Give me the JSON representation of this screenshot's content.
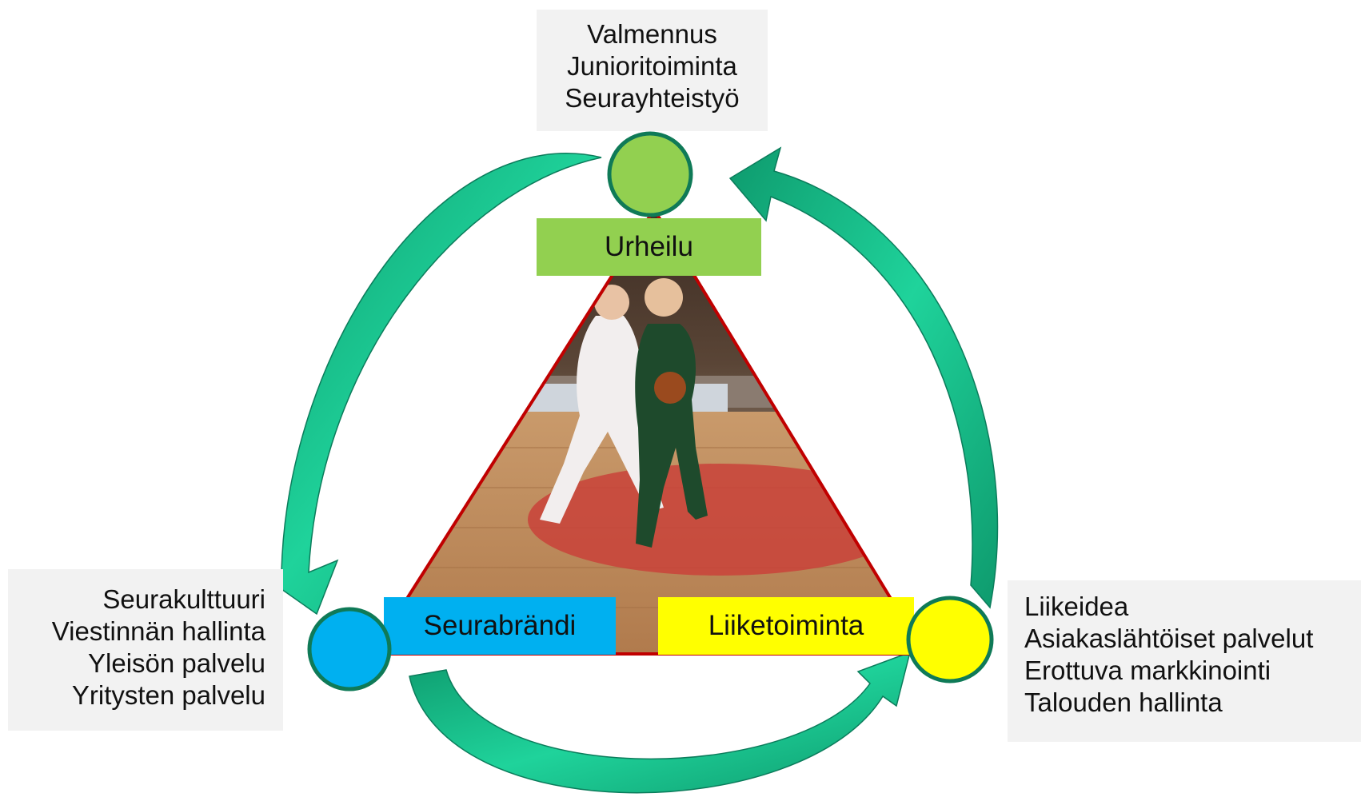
{
  "colors": {
    "arrow_fill": "#12be8a",
    "arrow_edge": "#0b7c5b",
    "triangle_border": "#c00000",
    "sport_green": "#92d050",
    "brand_blue": "#00b0f0",
    "business_yellow": "#ffff00",
    "node_border": "#0f7a57",
    "box_background": "#f2f2f2"
  },
  "center_image": {
    "icon": "basketball-photo"
  },
  "labels": {
    "urheilu": "Urheilu",
    "seurabrandi": "Seurabrändi",
    "liiketoiminta": "Liiketoiminta"
  },
  "boxes": {
    "top": [
      "Valmennus",
      "Junioritoiminta",
      "Seurayhteistyö"
    ],
    "left": [
      "Seurakulttuuri",
      "Viestinnän hallinta",
      "Yleisön palvelu",
      "Yritysten palvelu"
    ],
    "right": [
      "Liikeidea",
      "Asiakaslähtöiset palvelut",
      "Erottuva markkinointi",
      "Talouden hallinta"
    ]
  }
}
